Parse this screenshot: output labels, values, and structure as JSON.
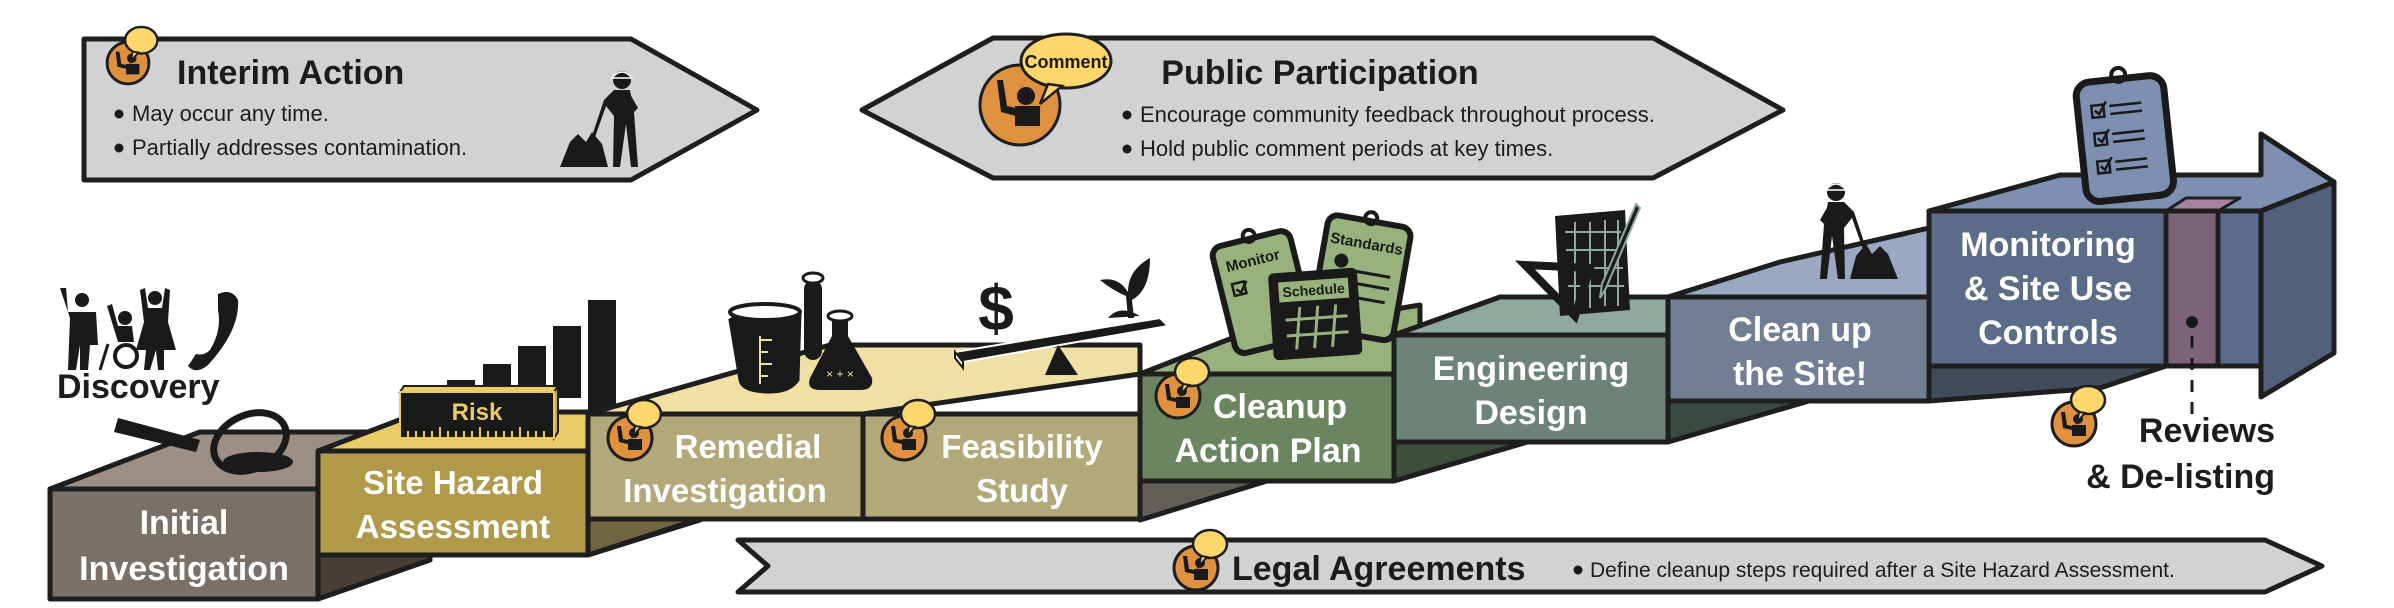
{
  "interim_action": {
    "title": "Interim Action",
    "bullets": [
      "May occur any time.",
      "Partially addresses contamination."
    ],
    "icons": [
      "comment-icon",
      "worker-shoveling-icon"
    ]
  },
  "public_participation": {
    "title": "Public Participation",
    "comment_label": "Comment",
    "bullets": [
      "Encourage community feedback throughout process.",
      "Hold public comment periods at key times."
    ]
  },
  "discovery": {
    "label": "Discovery",
    "icons": [
      "people-icon",
      "wheelchair-icon",
      "phone-icon"
    ]
  },
  "steps": [
    {
      "id": "initial-investigation",
      "lines": [
        "Initial",
        "Investigation"
      ],
      "icon": "magnifier-icon",
      "colors": {
        "face": "#7a7068",
        "top": "#9c8f85",
        "under": "#4a3f37"
      }
    },
    {
      "id": "site-hazard-assessment",
      "lines": [
        "Site Hazard",
        "Assessment"
      ],
      "icon": "risk-ruler-icon",
      "badge": "Risk",
      "colors": {
        "face": "#b09a4a",
        "top": "#e9cc66",
        "under": "#6b5a24"
      }
    },
    {
      "id": "remedial-investigation",
      "lines": [
        "Remedial",
        "Investigation"
      ],
      "icon": "lab-glassware-icon",
      "comment": true,
      "colors": {
        "face": "#b3a87a",
        "top": "#f1e0a3",
        "under": "#6f6540"
      }
    },
    {
      "id": "feasibility-study",
      "lines": [
        "Feasibility",
        "Study"
      ],
      "icon": "balance-scale-icon",
      "comment": true,
      "colors": {
        "face": "#b3a87a",
        "top": "#f1e0a3",
        "under": "#6f6540"
      }
    },
    {
      "id": "cleanup-action-plan",
      "lines": [
        "Cleanup",
        "Action Plan"
      ],
      "icon": "clipboards-icon",
      "comment": true,
      "clipboard_labels": [
        "Monitor",
        "Standards",
        "Schedule"
      ],
      "colors": {
        "face": "#6b8560",
        "top": "#98b27d",
        "under": "#625f58"
      }
    },
    {
      "id": "engineering-design",
      "lines": [
        "Engineering",
        "Design"
      ],
      "icon": "blueprint-icon",
      "colors": {
        "face": "#6d8378",
        "top": "#8fa99c",
        "under": "#3c4f3a"
      }
    },
    {
      "id": "clean-up-the-site",
      "lines": [
        "Clean up",
        "the Site!"
      ],
      "icon": "worker-shoveling-icon",
      "colors": {
        "face": "#727e94",
        "top": "#9aa8c3",
        "under": "#3a4a40"
      }
    },
    {
      "id": "monitoring-site-use-controls",
      "lines": [
        "Monitoring",
        "& Site Use",
        "Controls"
      ],
      "icon": "checklist-icon",
      "colors": {
        "face": "#5b6c88",
        "top": "#7d90b2",
        "side": "#52607c",
        "under": "#424b5a",
        "stripe": "#7d6478",
        "stripe_top": "#a6849e"
      }
    }
  ],
  "reviews": {
    "lines": [
      "Reviews",
      "& De-listing"
    ]
  },
  "legal_agreements": {
    "title": "Legal Agreements",
    "bullet": "Define cleanup steps required after a Site Hazard Assessment."
  },
  "palette": {
    "banner_fill": "#d1d2d4",
    "comment_orange": "#e0913f",
    "comment_bubble": "#fdd66c",
    "ink": "#1a1a1a"
  }
}
